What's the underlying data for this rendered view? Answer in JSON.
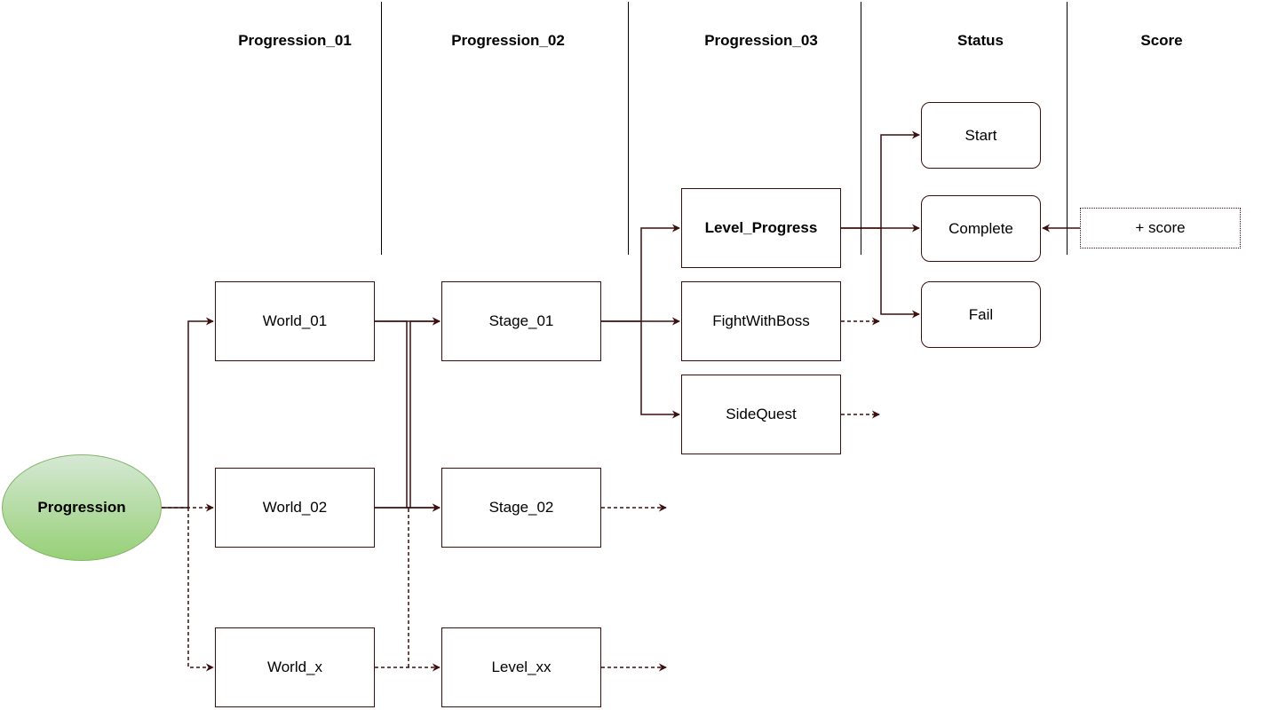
{
  "headers": {
    "progression_01": "Progression_01",
    "progression_02": "Progression_02",
    "progression_03": "Progression_03",
    "status": "Status",
    "score": "Score"
  },
  "nodes": {
    "progression": "Progression",
    "world_01": "World_01",
    "world_02": "World_02",
    "world_x": "World_x",
    "stage_01": "Stage_01",
    "stage_02": "Stage_02",
    "level_xx": "Level_xx",
    "level_progress": "Level_Progress",
    "fight_with_boss": "FightWithBoss",
    "side_quest": "SideQuest",
    "start": "Start",
    "complete": "Complete",
    "fail": "Fail",
    "score": "+ score"
  },
  "colors": {
    "edge": "#3c0f0f",
    "progression_fill": "#97d077",
    "progression_border": "#82b366"
  }
}
